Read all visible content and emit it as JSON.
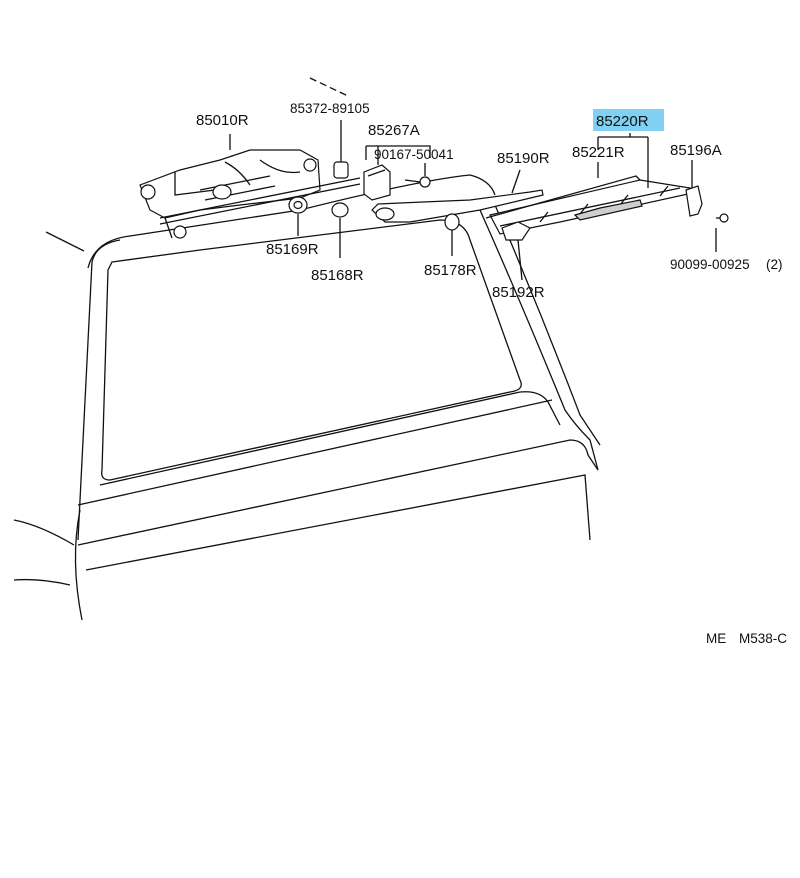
{
  "highlight_color": "#7fd0f2",
  "highlighted_part": "85220R",
  "labels": {
    "p85010R": "85010R",
    "p85372": "85372-89105",
    "p85267A": "85267A",
    "p90167": "90167-50041",
    "p85190R": "85190R",
    "p85220R": "85220R",
    "p85221R": "85221R",
    "p85196A": "85196A",
    "p85169R": "85169R",
    "p85168R": "85168R",
    "p85178R": "85178R",
    "p85192R": "85192R",
    "p90099": "90099-00925",
    "p90099_qty": "(2)"
  },
  "footer": {
    "code_a": "ME",
    "code_b": "M538-C"
  }
}
